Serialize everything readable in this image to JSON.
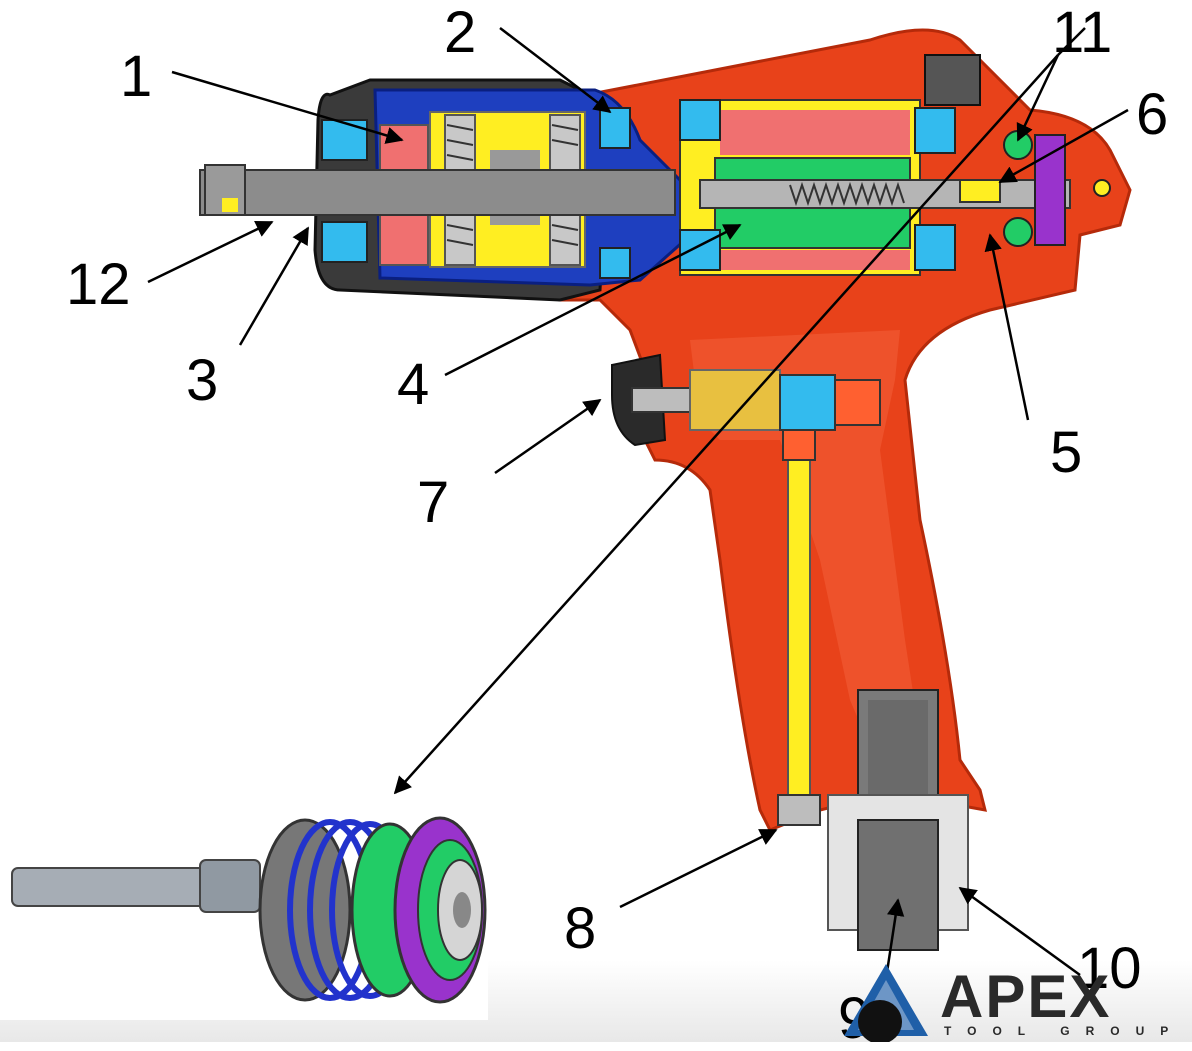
{
  "diagram": {
    "callouts": [
      "1",
      "2",
      "3",
      "4",
      "5",
      "6",
      "7",
      "8",
      "9",
      "10",
      "11",
      "12"
    ],
    "colors": {
      "housing": "#e8421a",
      "housing_dark": "#b52a0a",
      "rotor": "#22cc66",
      "stator": "#f07070",
      "hammer": "#ffee22",
      "anvil_cage": "#1133cc",
      "bearing": "#33bbee",
      "shaft": "#888888",
      "valve_purple": "#9933cc"
    }
  },
  "logo": {
    "word": "APEX",
    "tagline": "TOOL GROUP",
    "icon": "apex-globe-icon"
  }
}
